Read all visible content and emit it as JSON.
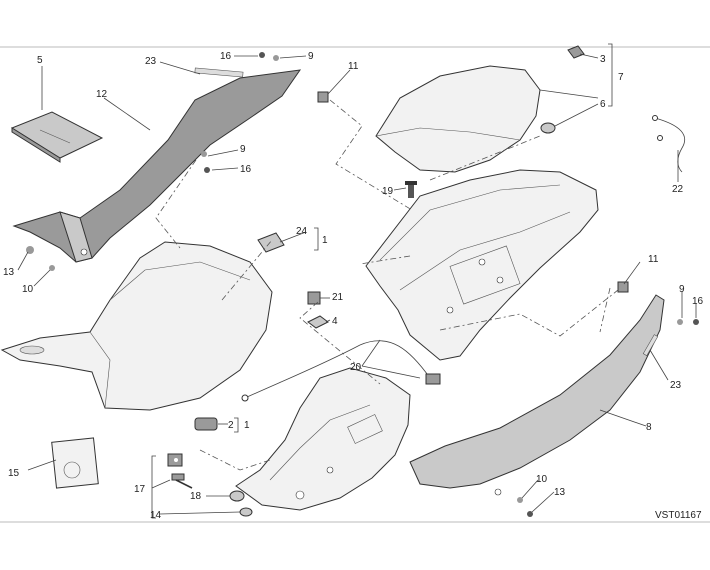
{
  "diagram": {
    "code": "VST01167",
    "callouts": [
      {
        "key": "c5",
        "text": "5"
      },
      {
        "key": "c23a",
        "text": "23"
      },
      {
        "key": "c16a",
        "text": "16"
      },
      {
        "key": "c9a",
        "text": "9"
      },
      {
        "key": "c11a",
        "text": "11"
      },
      {
        "key": "c3",
        "text": "3"
      },
      {
        "key": "c7",
        "text": "7"
      },
      {
        "key": "c6",
        "text": "6"
      },
      {
        "key": "c12",
        "text": "12"
      },
      {
        "key": "c9b",
        "text": "9"
      },
      {
        "key": "c16b",
        "text": "16"
      },
      {
        "key": "c22",
        "text": "22"
      },
      {
        "key": "c19",
        "text": "19"
      },
      {
        "key": "c24",
        "text": "24"
      },
      {
        "key": "c1a",
        "text": "1"
      },
      {
        "key": "c13a",
        "text": "13"
      },
      {
        "key": "c10a",
        "text": "10"
      },
      {
        "key": "c21",
        "text": "21"
      },
      {
        "key": "c4",
        "text": "4"
      },
      {
        "key": "c11b",
        "text": "11"
      },
      {
        "key": "c9c",
        "text": "9"
      },
      {
        "key": "c16c",
        "text": "16"
      },
      {
        "key": "c20",
        "text": "20"
      },
      {
        "key": "c23b",
        "text": "23"
      },
      {
        "key": "c2",
        "text": "2"
      },
      {
        "key": "c1b",
        "text": "1"
      },
      {
        "key": "c8",
        "text": "8"
      },
      {
        "key": "c15",
        "text": "15"
      },
      {
        "key": "c17",
        "text": "17"
      },
      {
        "key": "c18",
        "text": "18"
      },
      {
        "key": "c14",
        "text": "14"
      },
      {
        "key": "c10b",
        "text": "10"
      },
      {
        "key": "c13b",
        "text": "13"
      }
    ]
  }
}
